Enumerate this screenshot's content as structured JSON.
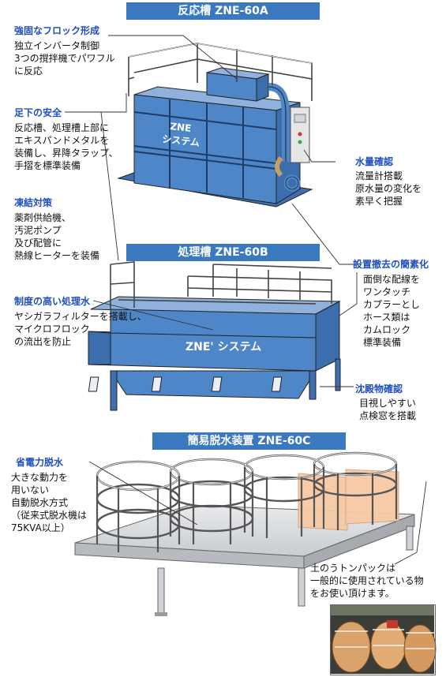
{
  "sections": {
    "a": "反応槽 ZNE-60A",
    "b": "処理槽 ZNE-60B",
    "c": "簡易脱水装置 ZNE-60C"
  },
  "tank_a_logo": [
    "ZNE",
    "システム"
  ],
  "tank_b_logo": "ZNE' システム",
  "callouts": [
    {
      "title": "強固なフロック形成",
      "body": "独立インバータ制御\n3つの撹拌機でパワフル\nに反応"
    },
    {
      "title": "足下の安全",
      "body": "反応槽、処理槽上部に\nエキスパンドメタルを\n装備し、昇降タラップ、\n手摺を標準装備"
    },
    {
      "title": "凍結対策",
      "body": "薬剤供給機、\n汚泥ポンプ\n及び配管に\n熱線ヒーターを装備"
    },
    {
      "title": "水量確認",
      "body": "流量計搭載\n原水量の変化を\n素早く把握"
    },
    {
      "title": "設置撤去の簡素化",
      "body": "面倒な配線を\nワンタッチ\nカプラーとし\nホース類は\nカムロック\n標準装備"
    },
    {
      "title": "制度の高い処理水",
      "body": "ヤシガラフィルターを搭載し、\nマイクロフロック\nの流出を防止"
    },
    {
      "title": "沈殿物確認",
      "body": "目視しやすい\n点検窓を搭載"
    },
    {
      "title": "省電力脱水",
      "body": "大きな動力を\n用いない\n自動脱水方式\n（従来式脱水機は\n75KVA以上）"
    }
  ],
  "note": "土のうトンパックは\n一般的に使用されている物\nをお使い頂けます。",
  "colors": {
    "banner": "#3a78c0",
    "tank": "#4e86c8",
    "title": "#1f4fbf",
    "bag": "#f7c9a4"
  }
}
